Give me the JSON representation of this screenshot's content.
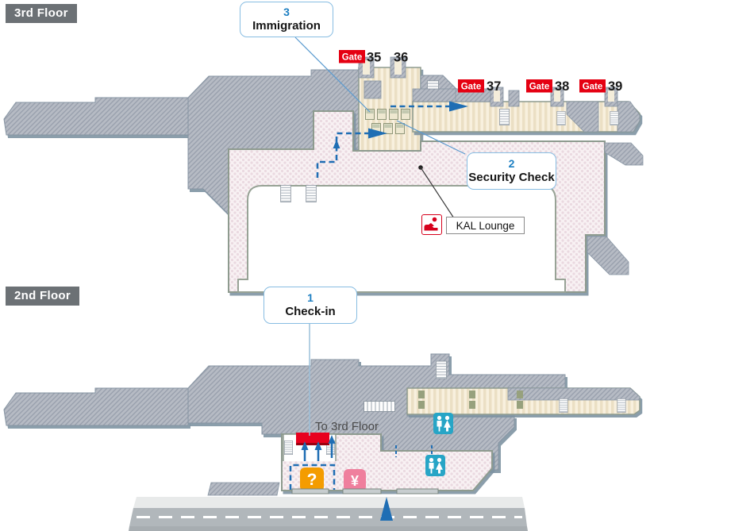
{
  "title_badges": {
    "third_floor": "3rd Floor",
    "second_floor": "2nd Floor"
  },
  "callouts": {
    "immigration": {
      "step": "3",
      "label": "Immigration"
    },
    "security_check": {
      "step": "2",
      "label": "Security Check"
    },
    "check_in": {
      "step": "1",
      "label": "Check-in"
    }
  },
  "gates": {
    "word": "Gate",
    "numbers": [
      "35",
      "36",
      "37",
      "38",
      "39"
    ]
  },
  "map_labels": {
    "kal_lounge": "KAL Lounge",
    "to_3rd_floor": "To 3rd Floor"
  },
  "icon_glyphs": {
    "information": "?",
    "currency_exchange": "¥"
  },
  "colors": {
    "gate_red": "#e50012",
    "checkin_counter_red": "#e8001e",
    "path_blue": "#1f6eb4",
    "callout_border": "#88bde2",
    "step_number_blue": "#1d7fc2",
    "floor_badge_bg": "#6c7175",
    "info_orange": "#f49c00",
    "exchange_pink": "#ef7f9d",
    "restroom_teal": "#27a5c6",
    "kal_red": "#d6001c"
  }
}
